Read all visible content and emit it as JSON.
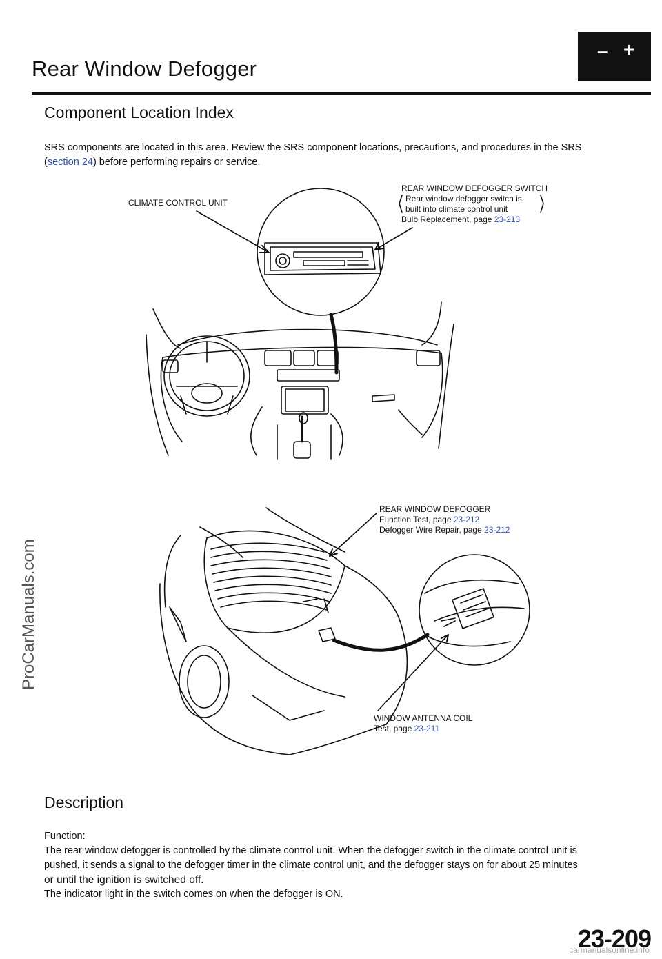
{
  "header": {
    "title": "Rear Window Defogger",
    "battery_minus": "–",
    "battery_plus": "+"
  },
  "section": {
    "heading": "Component Location Index",
    "srs_text_1": "SRS components are located in this area. Review the SRS component locations, precautions, and procedures in the SRS",
    "srs_link_open": "(",
    "srs_link": "section 24",
    "srs_text_2": ") before performing repairs or service."
  },
  "diagram": {
    "climate_label": "CLIMATE CONTROL UNIT",
    "switch_label": "REAR WINDOW DEFOGGER SWITCH",
    "switch_note_1": "Rear window defogger switch is",
    "switch_note_2": "built into climate control unit",
    "bulb_text": "Bulb Replacement, page ",
    "bulb_page": "23-213",
    "defogger_label": "REAR WINDOW DEFOGGER",
    "func_test_text": "Function Test, page ",
    "func_test_page": "23-212",
    "wire_repair_text": "Defogger Wire Repair, page ",
    "wire_repair_page": "23-212",
    "antenna_label": "WINDOW ANTENNA COIL",
    "antenna_test_text": "Test, page ",
    "antenna_test_page": "23-211"
  },
  "description": {
    "heading": "Description",
    "function_label": "Function:",
    "line1": "The rear window defogger is controlled by the climate control unit. When the defogger switch in the climate control unit is",
    "line2": "pushed, it sends a signal to the defogger timer in the climate control unit, and the defogger stays on for about 25 minutes",
    "line3": "or until the ignition is switched off.",
    "line4": "The indicator light in the switch comes on when the defogger is ON."
  },
  "watermark": "ProCarManuals.com",
  "page_number": "23-209",
  "footer_watermark": "carmanualsonline.info"
}
